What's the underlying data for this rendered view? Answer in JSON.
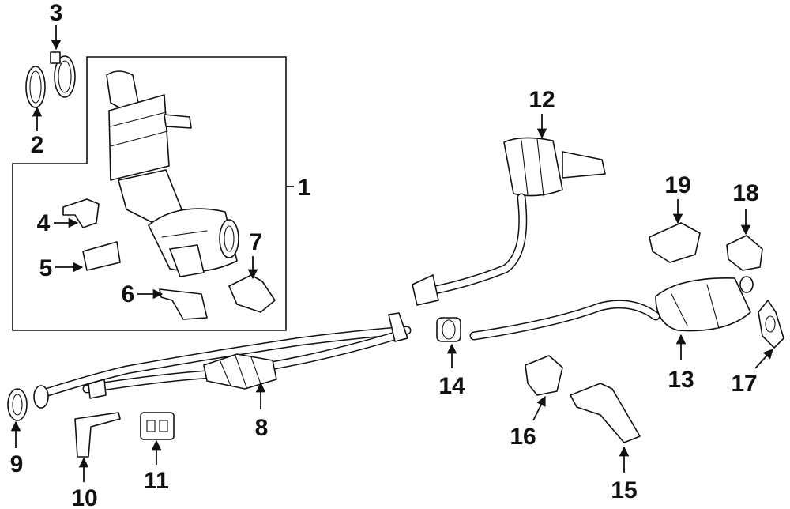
{
  "callouts": [
    {
      "id": "1",
      "label": "1"
    },
    {
      "id": "2",
      "label": "2"
    },
    {
      "id": "3",
      "label": "3"
    },
    {
      "id": "4",
      "label": "4"
    },
    {
      "id": "5",
      "label": "5"
    },
    {
      "id": "6",
      "label": "6"
    },
    {
      "id": "7",
      "label": "7"
    },
    {
      "id": "8",
      "label": "8"
    },
    {
      "id": "9",
      "label": "9"
    },
    {
      "id": "10",
      "label": "10"
    },
    {
      "id": "11",
      "label": "11"
    },
    {
      "id": "12",
      "label": "12"
    },
    {
      "id": "13",
      "label": "13"
    },
    {
      "id": "14",
      "label": "14"
    },
    {
      "id": "15",
      "label": "15"
    },
    {
      "id": "16",
      "label": "16"
    },
    {
      "id": "17",
      "label": "17"
    },
    {
      "id": "18",
      "label": "18"
    },
    {
      "id": "19",
      "label": "19"
    }
  ],
  "colors": {
    "line": "#111111",
    "background": "#ffffff"
  }
}
